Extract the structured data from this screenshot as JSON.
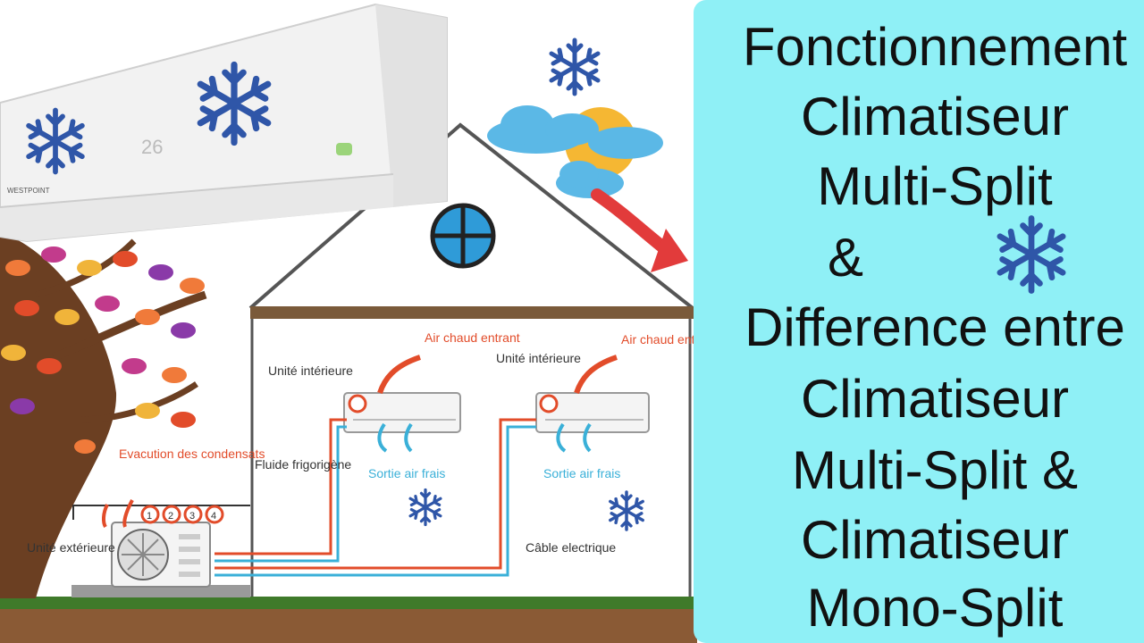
{
  "title": {
    "lines": [
      "Fonctionnement",
      "Climatiseur",
      "Multi-Split",
      "&",
      "Difference entre",
      "Climatiseur",
      "Multi-Split &",
      "Climatiseur",
      "Mono-Split"
    ]
  },
  "diagram": {
    "indoor_unit_left": "Unité intérieure",
    "indoor_unit_right": "Unité intérieure",
    "hot_air_in_left": "Air chaud entrant",
    "hot_air_in_right": "Air chaud entrant",
    "cool_air_out_left": "Sortie air frais",
    "cool_air_out_right": "Sortie air frais",
    "condensate": "Evacution des condensats",
    "refrigerant": "Fluide frigorigène",
    "outdoor_unit": "Unité extérieure",
    "cable": "Câble electrique",
    "ports": [
      "1",
      "2",
      "3",
      "4"
    ],
    "ac_display": "26",
    "ac_brand": "WESTPOINT"
  },
  "colors": {
    "panel": "#8ff0f6",
    "snowflake": "#2f56a8",
    "arrow": "#e23b3b",
    "roof": "#555555",
    "ground": "#3f7a2a"
  },
  "icons": [
    "snowflake-icon",
    "sun-icon",
    "cloud-icon",
    "arrow-icon"
  ]
}
